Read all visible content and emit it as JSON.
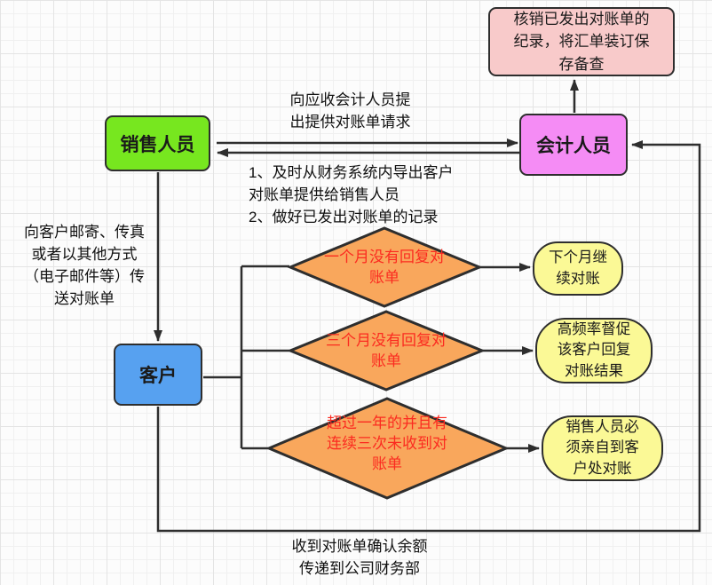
{
  "colors": {
    "line": "#2e2e2e",
    "sales": "#77e71f",
    "accounting": "#f58cf5",
    "customer": "#57a1f0",
    "diamond": "#f9a75c",
    "diamond-text": "#fb2b20",
    "result": "#fbf996",
    "archive": "#f8caca",
    "grid-minor": "#f0f0f0",
    "grid-major": "#e4e4e4",
    "canvas-bg": "#fcfcfc"
  },
  "nodes": {
    "sales": {
      "label": "销售人员"
    },
    "accounting": {
      "label": "会计人员"
    },
    "customer": {
      "label": "客户"
    },
    "archive": {
      "label": "核销已发出对账单的\n纪录，将汇单装订保\n存备查"
    },
    "decision1": {
      "label": "一个月没有回复对\n账单"
    },
    "decision2": {
      "label": "三个月没有回复对\n账单"
    },
    "decision3": {
      "label": "超过一年的并且有\n连续三次未收到对\n账单"
    },
    "result1": {
      "label": "下个月继\n续对账"
    },
    "result2": {
      "label": "高频率督促\n该客户回复\n对账结果"
    },
    "result3": {
      "label": "销售人员必\n须亲自到客\n户处对账"
    }
  },
  "edge_labels": {
    "request": "向应收会计人员提\n出提供对账单请求",
    "provide": "1、及时从财务系统内导出客户\n对账单提供给销售人员\n2、做好已发出对账单的记录",
    "send": "向客户邮寄、传真\n或者以其他方式\n（电子邮件等）传\n送对账单",
    "confirm": "收到对账单确认余额\n传递到公司财务部"
  }
}
